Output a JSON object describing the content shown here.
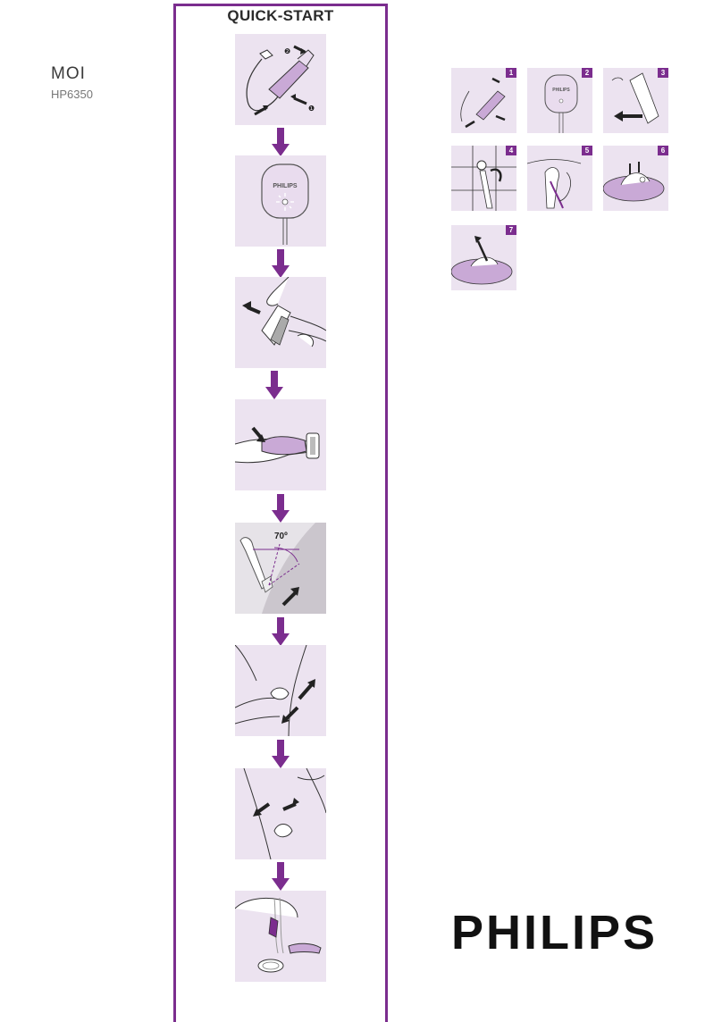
{
  "header": {
    "product_name": "MOI",
    "model": "HP6350"
  },
  "quickstart": {
    "title": "QUICK-START",
    "steps": [
      {
        "label": ""
      },
      {
        "label": ""
      },
      {
        "label": ""
      },
      {
        "label": ""
      },
      {
        "label": "70º"
      },
      {
        "label": ""
      },
      {
        "label": ""
      },
      {
        "label": ""
      }
    ]
  },
  "thumbnails": [
    "1",
    "2",
    "3",
    "4",
    "5",
    "6",
    "7"
  ],
  "panel_text": {
    "device_brand": "PHILIPS",
    "circle_1": "❶",
    "circle_2": "❷"
  },
  "brand": "PHILIPS",
  "colors": {
    "accent": "#7b2d8e",
    "panel_bg": "#ece3f0",
    "grey_panel": "#e6e3e8"
  }
}
